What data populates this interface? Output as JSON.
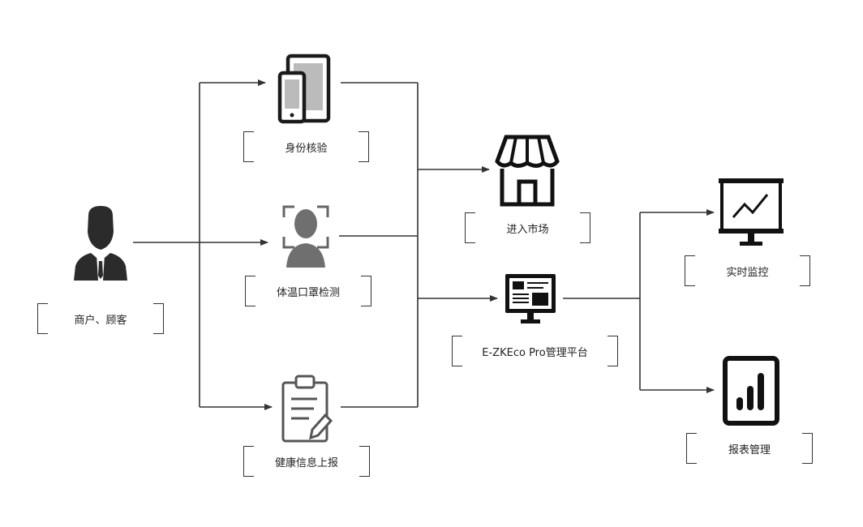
{
  "nodes": {
    "customer": "商户、顾客",
    "id_check": "身份核验",
    "temp_mask": "体温口罩检测",
    "health_report": "健康信息上报",
    "enter_market": "进入市场",
    "platform": "E-ZKEco Pro管理平台",
    "monitor": "实时监控",
    "reports": "报表管理"
  },
  "icons": {
    "customer": "person-suit-icon",
    "id_check": "tablet-phone-icon",
    "temp_mask": "face-scan-icon",
    "health_report": "clipboard-edit-icon",
    "enter_market": "storefront-icon",
    "platform": "monitor-dashboard-icon",
    "monitor": "presentation-chart-icon",
    "reports": "bar-report-icon"
  }
}
